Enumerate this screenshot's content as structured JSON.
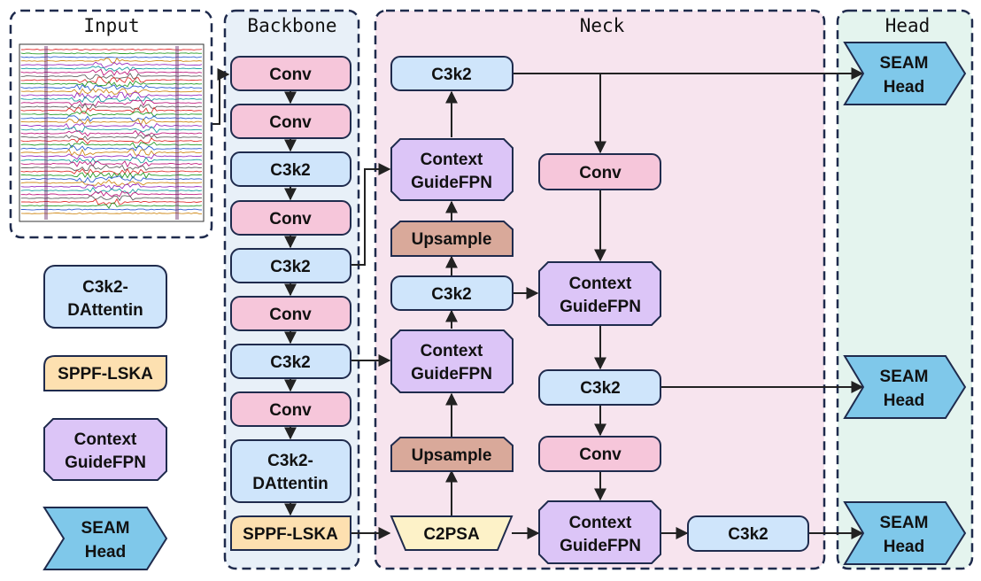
{
  "sections": {
    "input": "Input",
    "backbone": "Backbone",
    "neck": "Neck",
    "head": "Head"
  },
  "legend": {
    "c3k2_dattentin": [
      "C3k2-",
      "DAttentin"
    ],
    "sppf_lska": "SPPF-LSKA",
    "context_guidefpn": [
      "Context",
      "GuideFPN"
    ],
    "seam_head": [
      "SEAM",
      "Head"
    ]
  },
  "backbone": {
    "conv1": "Conv",
    "conv2": "Conv",
    "c3k2_1": "C3k2",
    "conv3": "Conv",
    "c3k2_2": "C3k2",
    "conv4": "Conv",
    "c3k2_3": "C3k2",
    "conv5": "Conv",
    "c3k2_dattentin": [
      "C3k2-",
      "DAttentin"
    ],
    "sppf_lska": "SPPF-LSKA"
  },
  "neck": {
    "c3k2_top": "C3k2",
    "cgfpn_top": [
      "Context",
      "GuideFPN"
    ],
    "upsample_top": "Upsample",
    "c3k2_mid": "C3k2",
    "cgfpn_mid": [
      "Context",
      "GuideFPN"
    ],
    "upsample_bot": "Upsample",
    "c2psa": "C2PSA",
    "conv_right_top": "Conv",
    "cgfpn_right_mid": [
      "Context",
      "GuideFPN"
    ],
    "c3k2_right": "C3k2",
    "conv_right_bot": "Conv",
    "cgfpn_right_bot": [
      "Context",
      "GuideFPN"
    ],
    "c3k2_out": "C3k2"
  },
  "head": {
    "seam1": [
      "SEAM",
      "Head"
    ],
    "seam2": [
      "SEAM",
      "Head"
    ],
    "seam3": [
      "SEAM",
      "Head"
    ]
  },
  "colors": {
    "conv": "#f6c6da",
    "c3k2": "#cfe5fb",
    "cgfpn": "#dcc5f7",
    "upsample": "#d9a99a",
    "sppf": "#fde0b0",
    "c2psa": "#fdf2c8",
    "seam": "#7fc8ea",
    "backbone_bg": "#e8f0f8",
    "neck_bg": "#f7e4ee",
    "head_bg": "#e4f4ee"
  }
}
